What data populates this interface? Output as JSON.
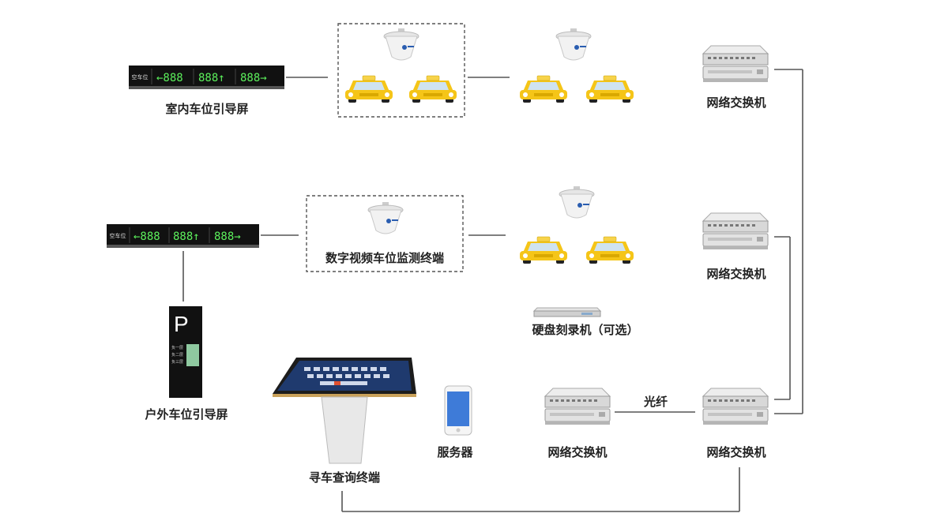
{
  "labels": {
    "indoor_screen": "室内车位引导屏",
    "video_terminal": "数字视频车位监测终端",
    "outdoor_screen": "户外车位引导屏",
    "hdd_recorder": "硬盘刻录机（可选）",
    "query_terminal": "寻车查询终端",
    "server": "服务器",
    "switch_top": "网络交换机",
    "switch_mid": "网络交换机",
    "switch_bottom_left": "网络交换机",
    "switch_bottom_right": "网络交换机",
    "fiber": "光纤"
  },
  "led_screen": {
    "brand": "空车位",
    "left": "←888",
    "middle": "888↑",
    "right": "888→"
  },
  "outdoor_sign": {
    "letter": "P",
    "rows": [
      "负一层",
      "负二层",
      "负三层"
    ]
  },
  "colors": {
    "taxi": "#f5c518",
    "led_digits": "#5cf05c",
    "line": "#555555"
  }
}
